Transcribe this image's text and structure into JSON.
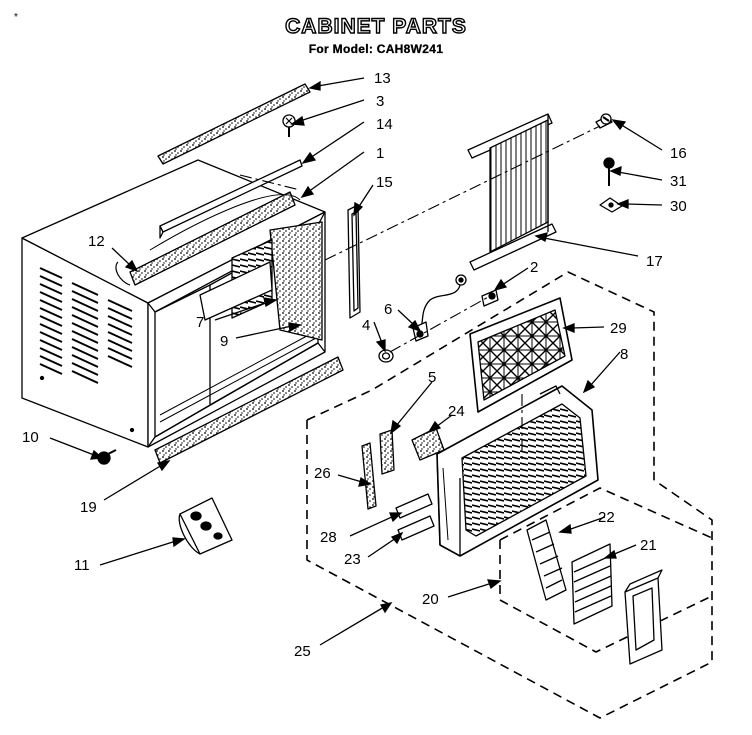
{
  "title": "CABINET PARTS",
  "subtitle": "For Model: CAH8W241",
  "corner_mark": "*",
  "parts": [
    "1",
    "2",
    "3",
    "4",
    "5",
    "6",
    "7",
    "8",
    "9",
    "10",
    "11",
    "12",
    "13",
    "14",
    "15",
    "16",
    "17",
    "19",
    "20",
    "21",
    "22",
    "23",
    "24",
    "25",
    "26",
    "28",
    "29",
    "30",
    "31"
  ]
}
